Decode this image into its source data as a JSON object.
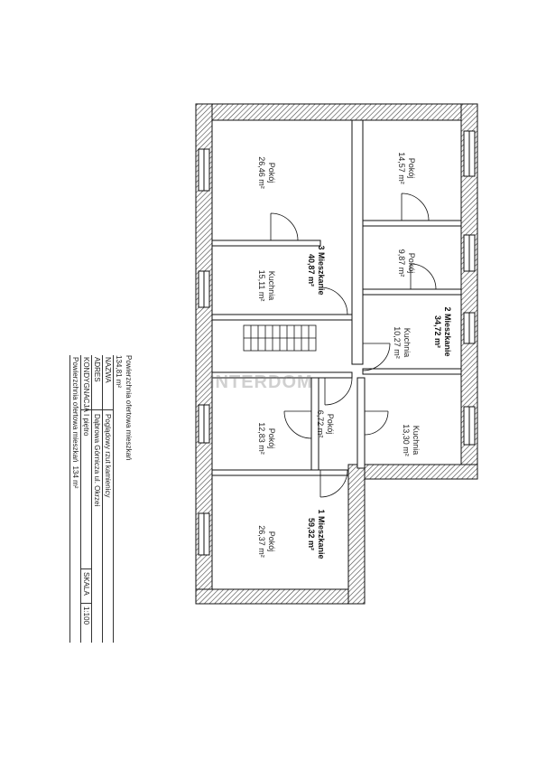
{
  "watermark": "INTERDOM",
  "rooms": [
    {
      "id": "pokoj-a",
      "name": "Pokój",
      "area": "26,46 m²"
    },
    {
      "id": "pokoj-b",
      "name": "Pokój",
      "area": "14,57 m²"
    },
    {
      "id": "pokoj-c",
      "name": "Pokój",
      "area": "9,87 m²"
    },
    {
      "id": "kuchnia-a",
      "name": "Kuchnia",
      "area": "15,11 m²"
    },
    {
      "id": "kuchnia-b",
      "name": "Kuchnia",
      "area": "10,27 m²"
    },
    {
      "id": "pokoj-d",
      "name": "Pokój",
      "area": "6,72 m²"
    },
    {
      "id": "kuchnia-c",
      "name": "Kuchnia",
      "area": "13,30 m²"
    },
    {
      "id": "pokoj-e",
      "name": "Pokój",
      "area": "12,83 m²"
    },
    {
      "id": "pokoj-f",
      "name": "Pokój",
      "area": "26,37 m²"
    }
  ],
  "apartments": [
    {
      "id": "m3",
      "name": "3 Mieszkanie",
      "area": "40,87 m²"
    },
    {
      "id": "m2",
      "name": "2 Mieszkanie",
      "area": "34,72 m²"
    },
    {
      "id": "m1",
      "name": "1 Mieszkanie",
      "area": "59,32 m²"
    }
  ],
  "legend": {
    "total_label": "Powierzchnia ofertowa mieszkań",
    "total_value": "134,81 m²",
    "rows": [
      {
        "key": "NAZWA",
        "value": "Poglądowy rzut kamienicy"
      },
      {
        "key": "ADRES",
        "value": "Dąbrowa Górnicza ul. Okrzei"
      },
      {
        "key": "KONDYGNACJA",
        "value": "I piętro"
      },
      {
        "key": "Powierzchnia ofertowa mieszkań",
        "value": "134 m²"
      }
    ],
    "scale_label": "SKALA",
    "scale_value": "1:100"
  }
}
